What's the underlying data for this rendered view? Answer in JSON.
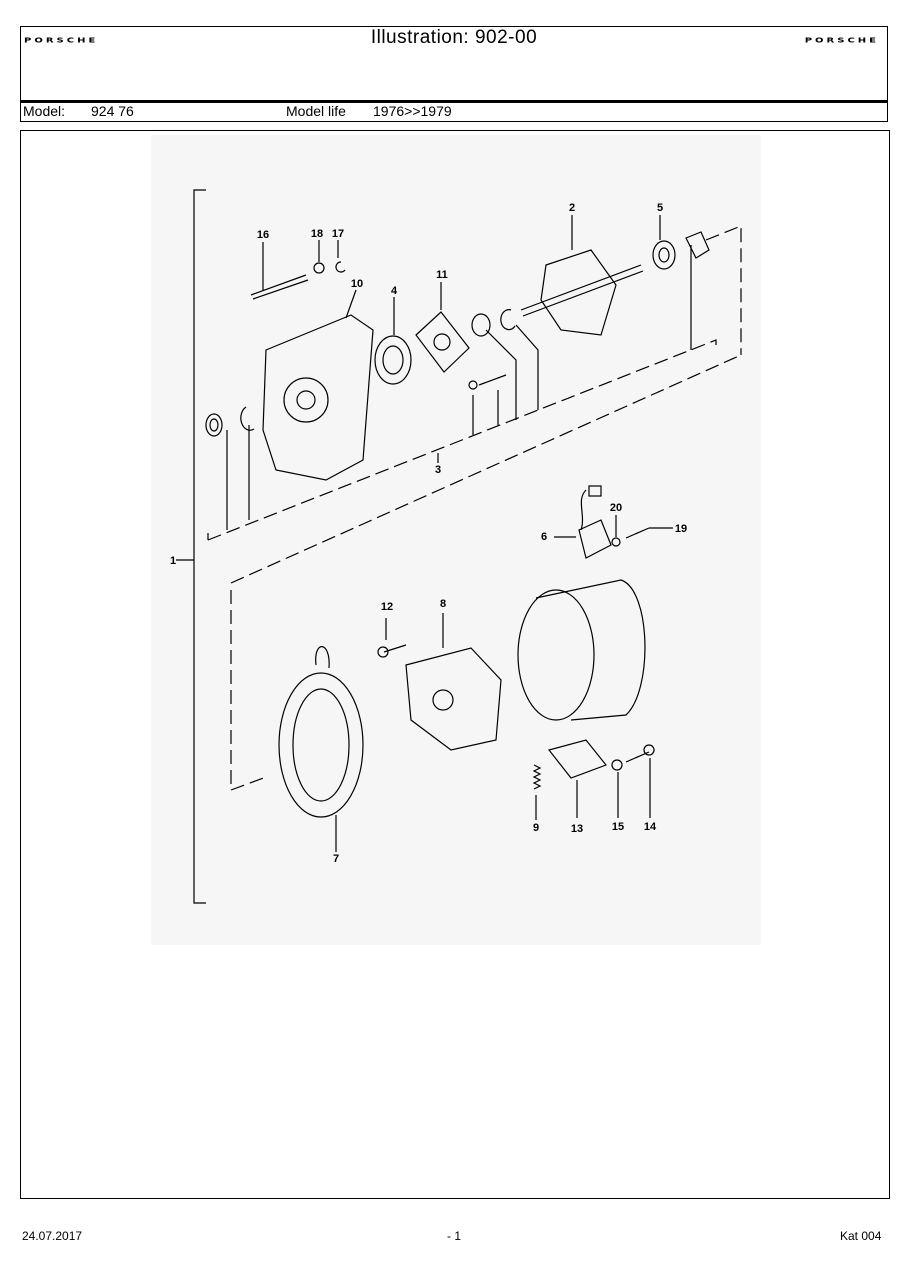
{
  "header": {
    "title": "Illustration: 902-00",
    "logo_left": "PORSCHE",
    "logo_right": "PORSCHE",
    "model_label": "Model:",
    "model_value": "924 76",
    "model_life_label": "Model life",
    "model_life_value": "1976>>1979"
  },
  "diagram": {
    "callouts": [
      "1",
      "2",
      "3",
      "4",
      "5",
      "6",
      "7",
      "8",
      "9",
      "10",
      "11",
      "12",
      "13",
      "14",
      "15",
      "16",
      "17",
      "18",
      "19",
      "20"
    ]
  },
  "footer": {
    "date": "24.07.2017",
    "page": "- 1",
    "catalog": "Kat 004"
  }
}
